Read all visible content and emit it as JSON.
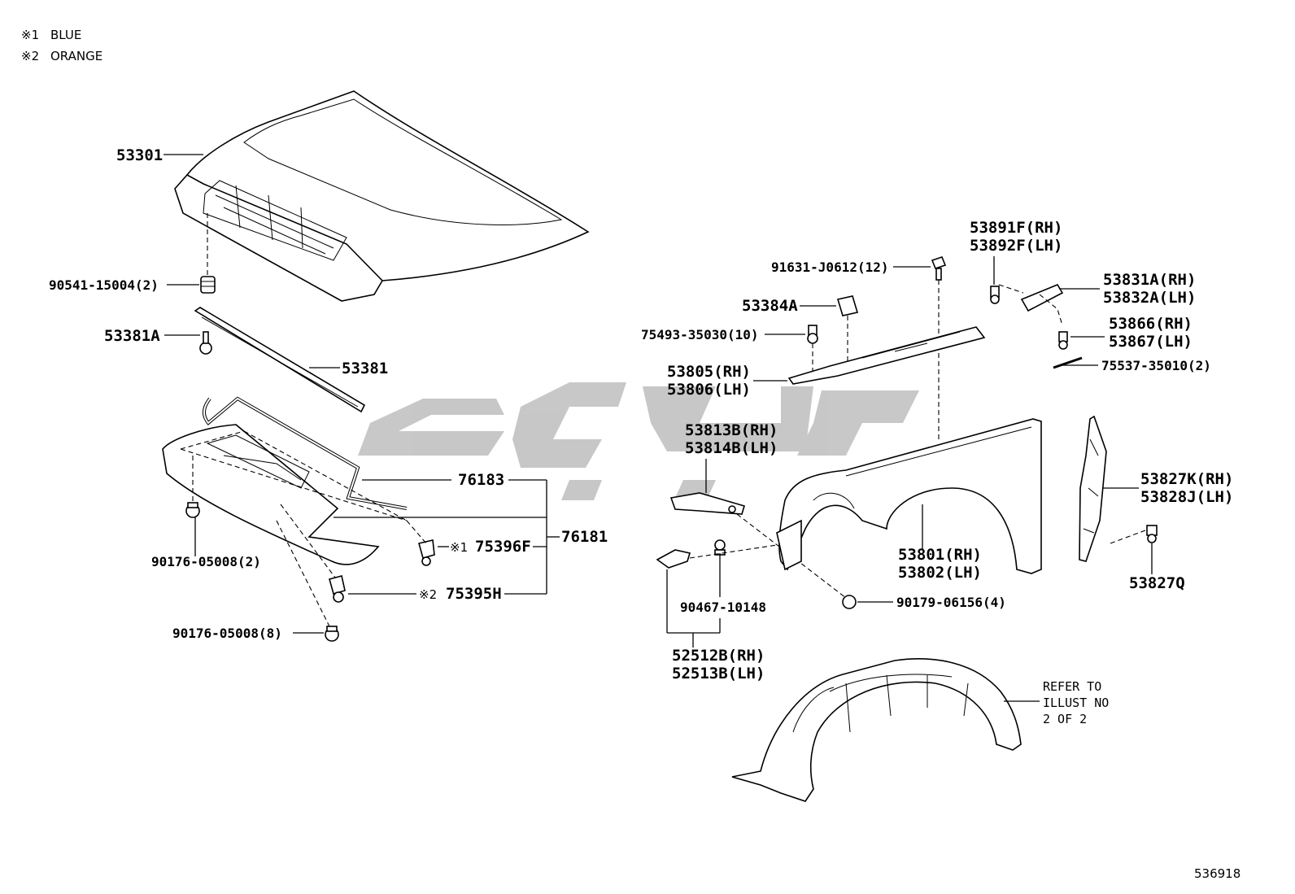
{
  "legend": [
    {
      "mark": "※1",
      "text": "BLUE"
    },
    {
      "mark": "※2",
      "text": "ORANGE"
    }
  ],
  "illustration_number": "536918",
  "refer_note": [
    "REFER TO",
    "ILLUST NO",
    "2 OF 2"
  ],
  "labels": {
    "p53301": "53301",
    "p90541": "90541-15004(2)",
    "p53381A": "53381A",
    "p53381": "53381",
    "p76183": "76183",
    "p76181": "76181",
    "p75396F_mark": "※1",
    "p75396F": "75396F",
    "p75395H_mark": "※2",
    "p75395H": "75395H",
    "p90176a": "90176-05008(2)",
    "p90176b": "90176-05008(8)",
    "p91631": "91631-J0612(12)",
    "p53891F": "53891F(RH)",
    "p53892F": "53892F(LH)",
    "p53831A": "53831A(RH)",
    "p53832A": "53832A(LH)",
    "p53384A": "53384A",
    "p75493": "75493-35030(10)",
    "p53866": "53866(RH)",
    "p53867": "53867(LH)",
    "p75537": "75537-35010(2)",
    "p53805": "53805(RH)",
    "p53806": "53806(LH)",
    "p53813B": "53813B(RH)",
    "p53814B": "53814B(LH)",
    "p53827K": "53827K(RH)",
    "p53828J": "53828J(LH)",
    "p53827Q": "53827Q",
    "p53801": "53801(RH)",
    "p53802": "53802(LH)",
    "p90467": "90467-10148",
    "p90179": "90179-06156(4)",
    "p52512B": "52512B(RH)",
    "p52513B": "52513B(LH)"
  }
}
